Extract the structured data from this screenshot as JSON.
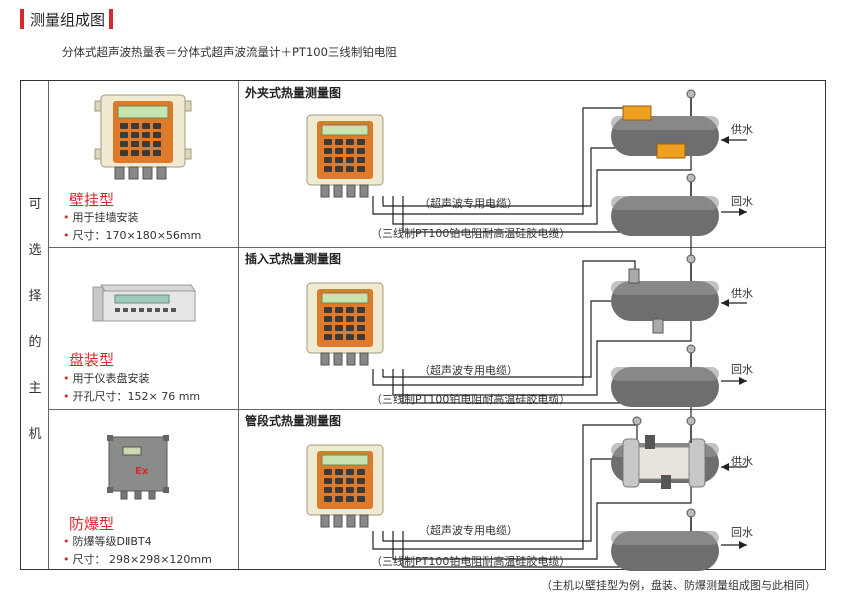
{
  "header": {
    "title": "测量组成图",
    "subtitle": "分体式超声波热量表＝分体式超声波流量计＋PT100三线制铂电阻"
  },
  "side_label": [
    "可",
    "选",
    "择",
    "的",
    "主",
    "机"
  ],
  "models": [
    {
      "name": "壁挂型",
      "features": [
        "用于挂墙安装",
        "尺寸：170×180×56mm"
      ]
    },
    {
      "name": "盘装型",
      "features": [
        "用于仪表盘安装",
        "开孔尺寸：152×  76 mm"
      ]
    },
    {
      "name": "防爆型",
      "features": [
        "防爆等级DⅡBT4",
        "尺寸：  298×298×120mm"
      ]
    }
  ],
  "device_labels": {
    "explosion_mark": "Ex"
  },
  "panels": [
    {
      "title": "外夹式热量测量图",
      "ultrasonic_cable": "（超声波专用电缆）",
      "pt100_cable": "（三线制PT100铂电阻耐高温硅胶电缆）",
      "supply": "供水",
      "return": "回水"
    },
    {
      "title": "插入式热量测量图",
      "ultrasonic_cable": "（超声波专用电缆）",
      "pt100_cable": "（三线制PT100铂电阻耐高温硅胶电缆）",
      "supply": "供水",
      "return": "回水"
    },
    {
      "title": "管段式热量测量图",
      "ultrasonic_cable": "（超声波专用电缆）",
      "pt100_cable": "（三线制PT100铂电阻耐高温硅胶电缆）",
      "supply": "供水",
      "return": "回水"
    }
  ],
  "footnote": "（主机以壁挂型为例，盘装、防爆测量组成图与此相同）",
  "colors": {
    "accent": "#d7282f",
    "device_body": "#f0ead0",
    "keypad": "#e07a2a",
    "pipe": "#6e6e6e",
    "sensor": "#f0a020"
  }
}
